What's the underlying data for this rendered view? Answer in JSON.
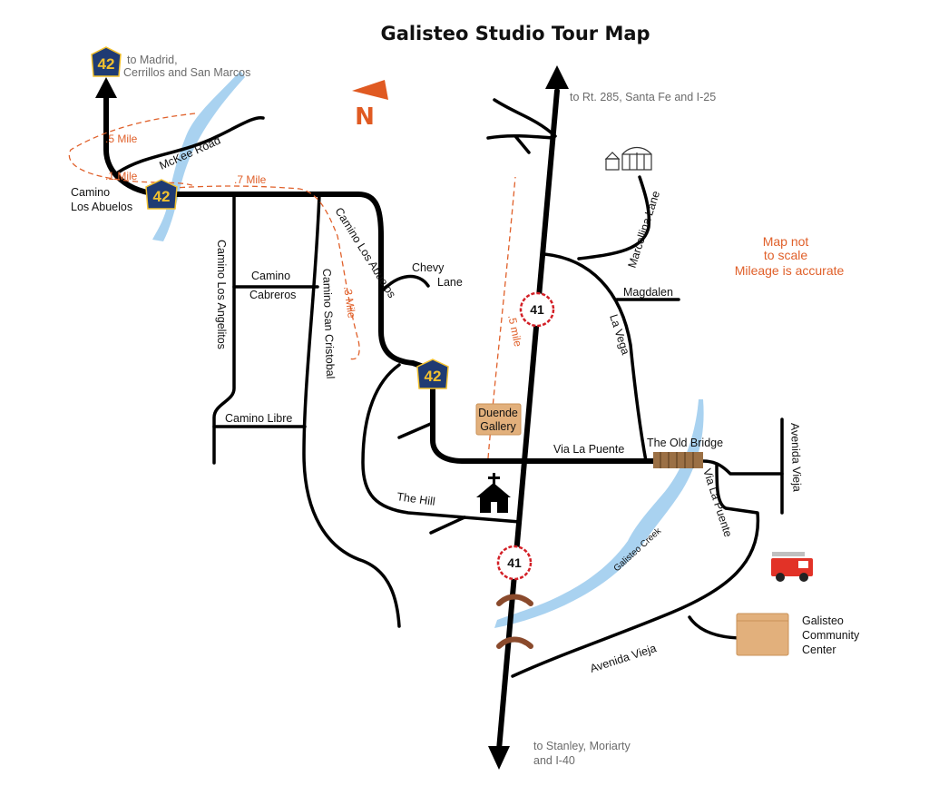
{
  "title": "Galisteo Studio Tour Map",
  "note": {
    "line1": "Map not",
    "line2": "to scale",
    "line3": "Mileage is accurate"
  },
  "colors": {
    "road": "#000000",
    "creek": "#a9d2f0",
    "accent": "#e0602a",
    "shield_blue": "#1f3b73",
    "shield_text": "#f2c12e",
    "building": "#e2b07c"
  },
  "destinations": {
    "madrid": {
      "line1": "to Madrid,",
      "line2": "Cerrillos and San Marcos"
    },
    "santa_fe": "to Rt. 285, Santa Fe and I-25",
    "stanley": {
      "line1": "to Stanley, Moriarty",
      "line2": "and I-40"
    }
  },
  "roads": {
    "mckee_road": "McKee Road",
    "camino_los_abuelos_w": {
      "line1": "Camino",
      "line2": "Los Abuelos"
    },
    "camino_los_abuelos": "Camino Los Abuelos",
    "camino_los_angelitos": "Camino Los Angelitos",
    "camino_cabreros": {
      "line1": "Camino",
      "line2": "Cabreros"
    },
    "camino_san_cristobal": "Camino San Cristobal",
    "camino_libre": "Camino Libre",
    "chevy_lane": {
      "line1": "Chevy",
      "line2": "Lane"
    },
    "marcellina_lane": "Marcellina Lane",
    "magdalen": "Magdalen",
    "la_vega": "La Vega",
    "via_la_puente": "Via La Puente",
    "via_la_puente_2": "Via La Puente",
    "avenida_vieja_e": "Avenida Vieja",
    "avenida_vieja_s": "Avenida Vieja",
    "the_hill": "The Hill",
    "the_old_bridge": "The Old Bridge",
    "galisteo_creek": "Galisteo Creek"
  },
  "mileage": {
    "loop_a": ".5 Mile",
    "loop_b": ".1 Mile",
    "loop_c": ".7 Mile",
    "loop_d": ".3 Mile",
    "loop_e": ".5 mile"
  },
  "places": {
    "duende": {
      "line1": "Duende",
      "line2": "Gallery"
    },
    "community": {
      "line1": "Galisteo",
      "line2": "Community",
      "line3": "Center"
    }
  },
  "shields": {
    "route42": "42",
    "route41": "41"
  },
  "icons": {
    "north": "N",
    "north_arrow": "north-arrow-icon",
    "church": "church-icon",
    "fire_truck": "fire-truck-icon",
    "farm": "farm-buildings-icon",
    "bridge": "bridge-icon"
  }
}
